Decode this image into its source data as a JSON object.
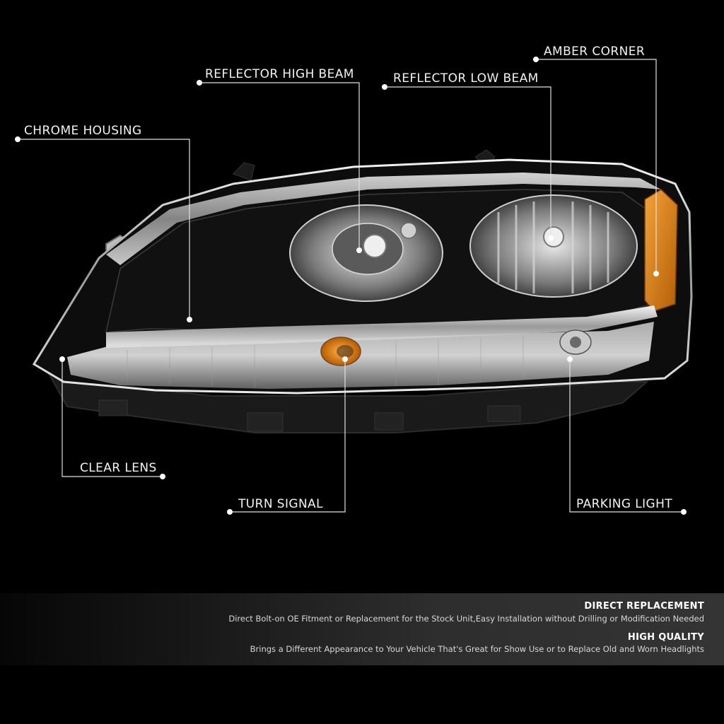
{
  "callouts": {
    "amber_corner": "AMBER CORNER",
    "reflector_high_beam": "REFLECTOR HIGH BEAM",
    "reflector_low_beam": "REFLECTOR LOW BEAM",
    "chrome_housing": "CHROME HOUSING",
    "clear_lens": "CLEAR LENS",
    "turn_signal": "TURN SIGNAL",
    "parking_light": "PARKING LIGHT"
  },
  "features": [
    {
      "title": "DIRECT REPLACEMENT",
      "text": "Direct Bolt-on OE Fitment or Replacement for the Stock Unit,Easy Installation without Drilling or Modification Needed"
    },
    {
      "title": "HIGH QUALITY",
      "text": "Brings a Different Appearance to Your Vehicle That's Great for Show Use or to Replace Old and Worn Headlights"
    }
  ],
  "colors": {
    "background": "#000000",
    "amber": "#e07a10",
    "chrome": "#d9d9d9",
    "label_text": "#f2f2f2"
  }
}
